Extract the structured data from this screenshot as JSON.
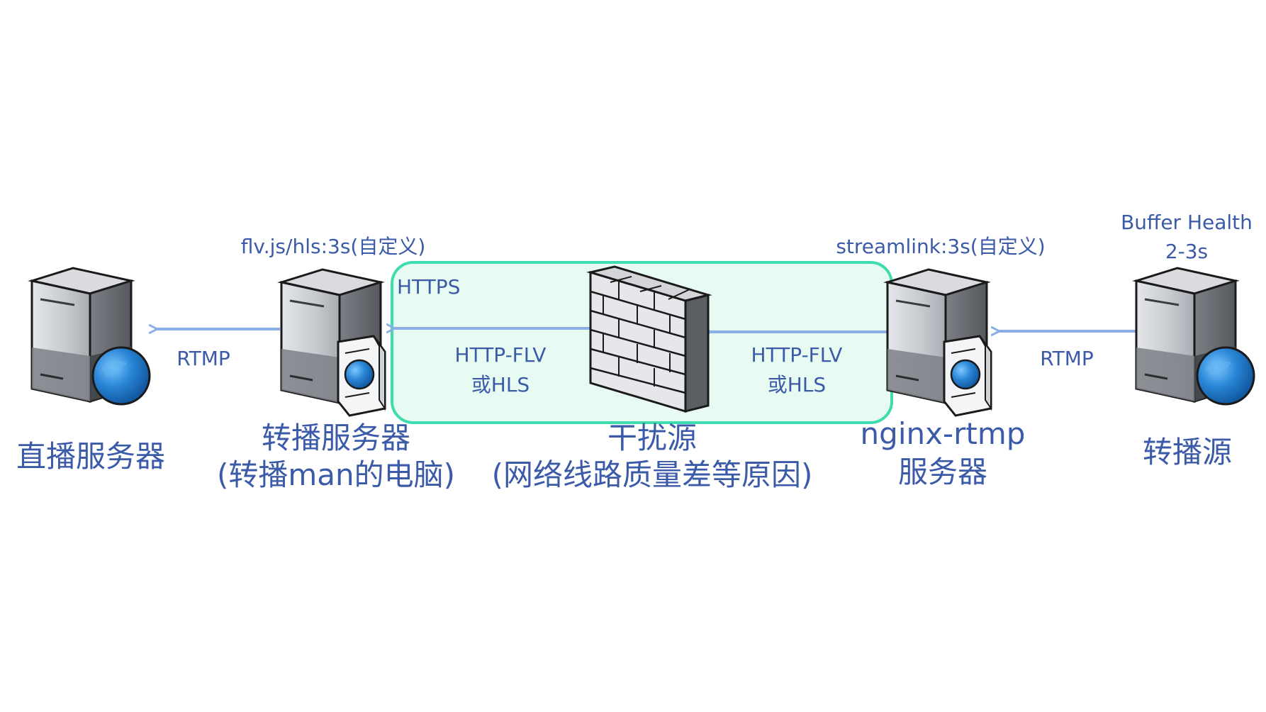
{
  "nodes": {
    "live_server": {
      "label": "直播服务器"
    },
    "relay_server": {
      "label_line1": "转播服务器",
      "label_line2": "(转播man的电脑)"
    },
    "interference": {
      "label_line1": "干扰源",
      "label_line2": "(网络线路质量差等原因)"
    },
    "nginx_server": {
      "label_line1": "nginx-rtmp",
      "label_line2": "服务器"
    },
    "relay_source": {
      "label": "转播源"
    }
  },
  "annotations": {
    "player_buffer": "flv.js/hls:3s(自定义)",
    "streamlink_buffer": "streamlink:3s(自定义)",
    "buffer_health_line1": "Buffer Health",
    "buffer_health_line2": "2-3s",
    "https": "HTTPS"
  },
  "edges": {
    "relay_to_live": "RTMP",
    "wall_to_relay_line1": "HTTP-FLV",
    "wall_to_relay_line2": "或HLS",
    "nginx_to_wall_line1": "HTTP-FLV",
    "nginx_to_wall_line2": "或HLS",
    "source_to_nginx": "RTMP"
  },
  "colors": {
    "label": "#3b5aa8",
    "arrow": "#8aaee6",
    "https_box_stroke": "#3fdcb0",
    "https_box_fill": "#e8fbf3",
    "server_dark": "#6b6e73",
    "globe": "#1f78c8"
  }
}
